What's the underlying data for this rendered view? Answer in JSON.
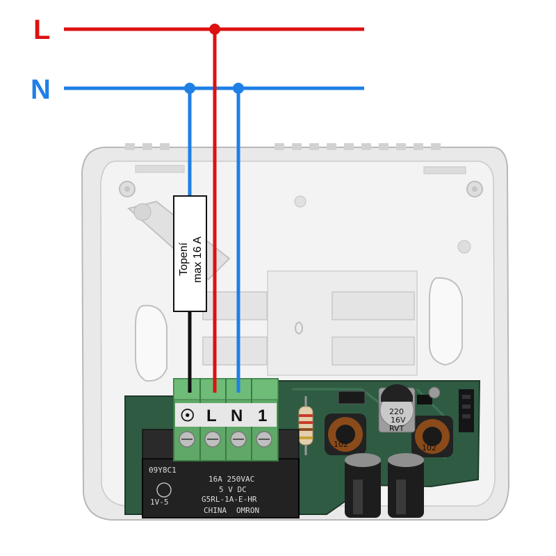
{
  "bus": {
    "line_label": "L",
    "neutral_label": "N",
    "line_color": "#dd1111",
    "neutral_color": "#1f7fe6"
  },
  "load": {
    "label_line1": "Topení",
    "label_line2": "max 16 A"
  },
  "terminals": [
    {
      "label": "☉"
    },
    {
      "label": "L"
    },
    {
      "label": "N"
    },
    {
      "label": "1"
    }
  ],
  "relay": {
    "top_text": "09Y8C1",
    "rating": "16A 250VAC",
    "coil": "5 V DC",
    "model": "G5RL-1A-E-HR",
    "brand": "OMRON",
    "origin": "CHINA",
    "code": "1V-5"
  },
  "components": {
    "inductor_left": "102",
    "inductor_right": "102",
    "capacitor_line1": "220",
    "capacitor_line2": "16V",
    "capacitor_line3": "RVT"
  }
}
